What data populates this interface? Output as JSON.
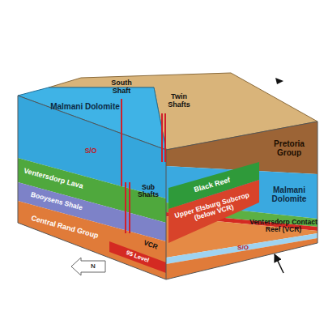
{
  "diagram": {
    "labels": [
      "South Shaft",
      "Twin Shafts",
      "Malmani Dolomite",
      "S/O",
      "Ventersdorp Lava",
      "Booysens Shale",
      "Central Rand Group",
      "Sub Shafts",
      "95 Level",
      "VCR",
      "Black Reef",
      "Upper Elsburg Subcrop (below VCR)",
      "Pretoria Group",
      "Malmani Dolomite",
      "Ventersdorp Contact Reef (VCR)",
      "S/O",
      "N"
    ]
  }
}
